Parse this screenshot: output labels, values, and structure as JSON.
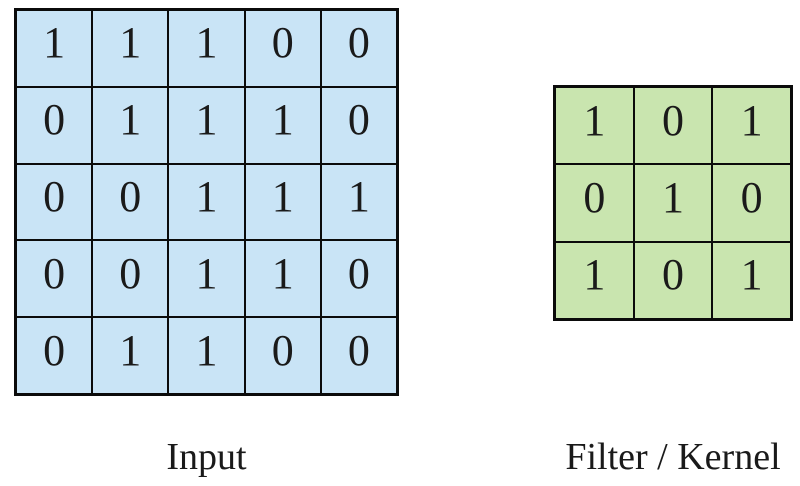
{
  "figure": {
    "input": {
      "label": "Input",
      "rows": [
        [
          1,
          1,
          1,
          0,
          0
        ],
        [
          0,
          1,
          1,
          1,
          0
        ],
        [
          0,
          0,
          1,
          1,
          1
        ],
        [
          0,
          0,
          1,
          1,
          0
        ],
        [
          0,
          1,
          1,
          0,
          0
        ]
      ],
      "fill": "#c9e4f6",
      "size": "5x5"
    },
    "kernel": {
      "label": "Filter / Kernel",
      "rows": [
        [
          1,
          0,
          1
        ],
        [
          0,
          1,
          0
        ],
        [
          1,
          0,
          1
        ]
      ],
      "fill": "#c9e5af",
      "size": "3x3"
    },
    "border_color": "#0b0b0b",
    "text_color": "#1a1a1a",
    "background": "#ffffff"
  }
}
